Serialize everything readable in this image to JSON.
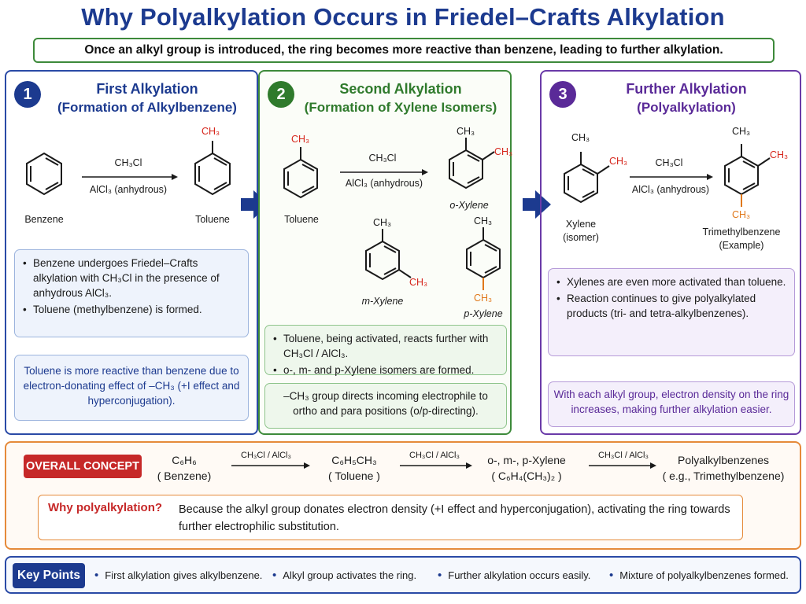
{
  "title": "Why Polyalkylation Occurs in Friedel–Crafts Alkylation",
  "subtitle": "Once an alkyl group is introduced, the ring becomes more reactive than benzene, leading to further alkylation.",
  "panels": [
    {
      "number": "1",
      "title": "First Alkylation",
      "subtitle": "(Formation of Alkylbenzene)",
      "reagent": "CH₃Cl",
      "catalyst": "AlCl₃ (anhydrous)",
      "reactant_label": "Benzene",
      "product_label": "Toluene",
      "bullets": [
        "Benzene undergoes Friedel–Crafts alkylation with CH₃Cl in the presence of anhydrous AlCl₃.",
        "Toluene (methylbenzene) is formed."
      ],
      "note": "Toluene is more reactive than benzene due to electron-donating effect of –CH₃ (+I effect and hyperconjugation)."
    },
    {
      "number": "2",
      "title": "Second Alkylation",
      "subtitle": "(Formation of Xylene Isomers)",
      "reagent": "CH₃Cl",
      "catalyst": "AlCl₃ (anhydrous)",
      "reactant_label": "Toluene",
      "product_labels": [
        "o-Xylene",
        "m-Xylene",
        "p-Xylene"
      ],
      "bullets": [
        "Toluene, being activated, reacts further with CH₃Cl / AlCl₃.",
        "o-, m- and p-Xylene isomers are formed."
      ],
      "note": "–CH₃ group directs incoming electrophile to ortho and para positions (o/p-directing)."
    },
    {
      "number": "3",
      "title": "Further Alkylation",
      "subtitle": "(Polyalkylation)",
      "reagent": "CH₃Cl",
      "catalyst": "AlCl₃ (anhydrous)",
      "reactant_label": "Xylene (isomer)",
      "product_label": "Trimethylbenzene (Example)",
      "bullets": [
        "Xylenes are even more activated than toluene.",
        "Reaction continues to give polyalkylated products (tri- and tetra-alkylbenzenes)."
      ],
      "note": "With each alkyl group, electron density on the ring increases, making further alkylation easier."
    }
  ],
  "methyl_label": "CH₃",
  "overall": {
    "badge": "OVERALL CONCEPT",
    "steps": [
      {
        "formula": "C₆H₆",
        "name": "( Benzene)"
      },
      {
        "formula": "C₆H₅CH₃",
        "name": "( Toluene )"
      },
      {
        "formula": "o-, m-, p-Xylene",
        "name": "( C₆H₄(CH₃)₂ )"
      },
      {
        "formula": "Polyalkylbenzenes",
        "name": "( e.g., Trimethylbenzene)"
      }
    ],
    "arrow_label": "CH₃Cl / AlCl₃",
    "why_label": "Why polyalkylation?",
    "why_text": "Because the alkyl group donates electron density (+I effect and hyperconjugation), activating the ring towards further electrophilic substitution."
  },
  "key_points": {
    "label": "Key Points",
    "items": [
      "First alkylation gives alkylbenzene.",
      "Alkyl group activates the ring.",
      "Further alkylation occurs easily.",
      "Mixture of polyalkylbenzenes formed."
    ]
  },
  "colors": {
    "blue": "#1c3a8f",
    "green": "#2f7a2c",
    "purple": "#5a2a98",
    "red_methyl": "#d6261c",
    "orange_methyl": "#e0781a",
    "overall_border": "#e58a3a"
  }
}
